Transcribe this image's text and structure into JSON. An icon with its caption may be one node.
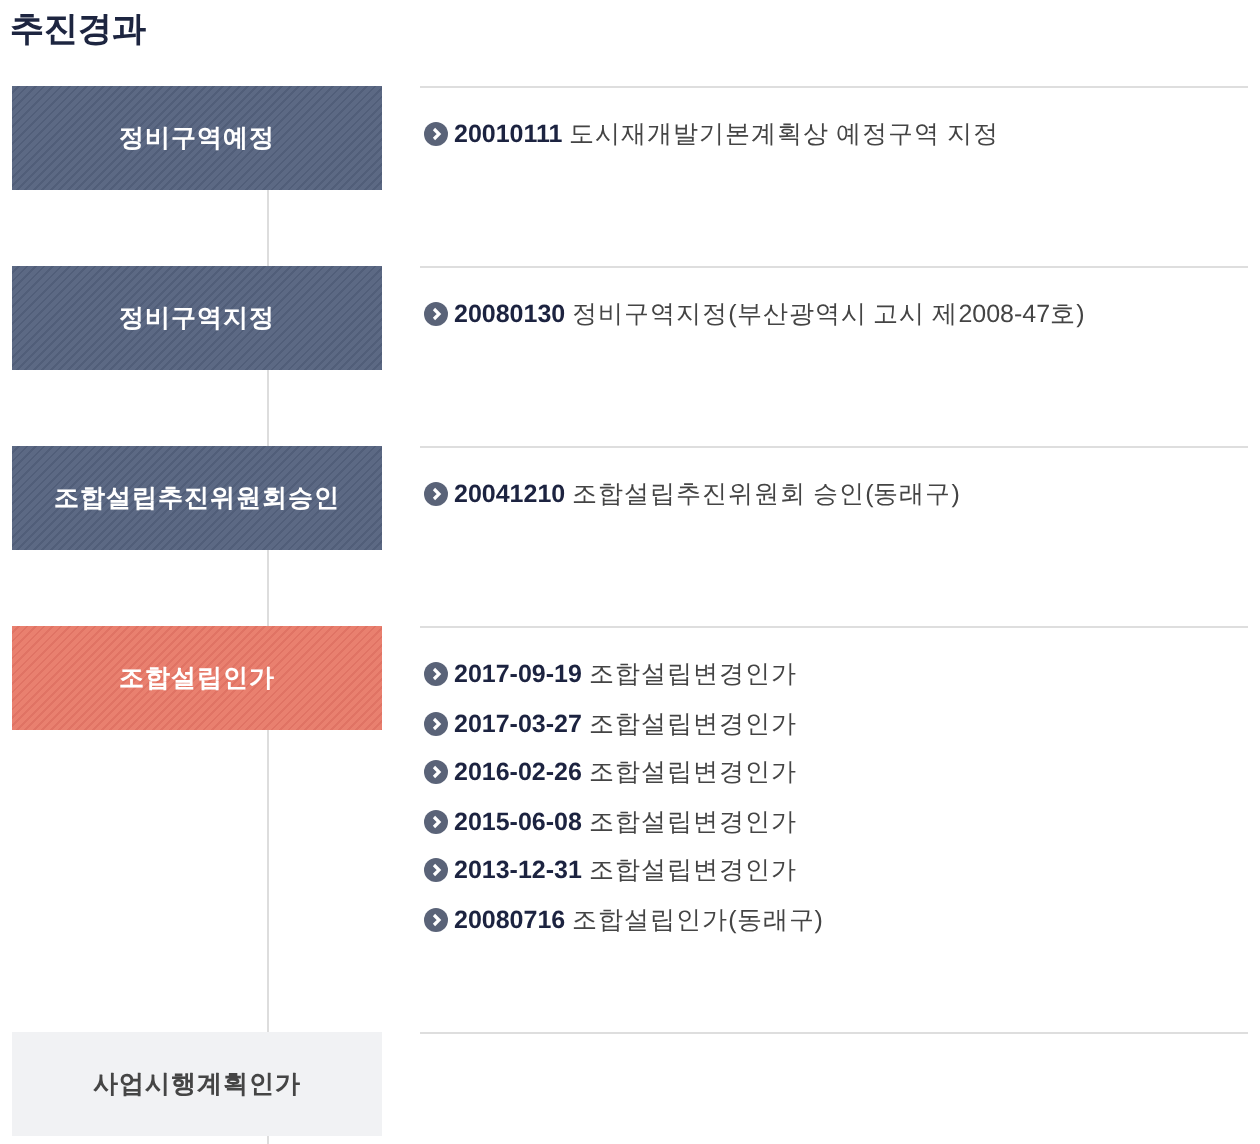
{
  "diagram": {
    "title": "추진경과",
    "nodes": [
      {
        "text": [
          "정비구역예정"
        ],
        "beside": [
          "**20010111** 도시재개발기본계획상 예정구역 지정"
        ]
      },
      {
        "text": [
          "정비구역지정"
        ],
        "beside": [
          "**20080130** 정비구역지정(부산광역시 고시 제2008-47호)"
        ]
      },
      {
        "text": [
          "조합설립추진위원회승인"
        ],
        "beside": [
          "**20041210** 조합설립추진위원회 승인(동래구)"
        ]
      },
      {
        "text": [
          "조합설립인가"
        ],
        "beside": [
          "**2017-09-19** 조합설립변경인가",
          "**2017-03-27** 조합설립변경인가",
          "**2016-02-26** 조합설립변경인가",
          "**2015-06-08** 조합설립변경인가",
          "**2013-12-31** 조합설립변경인가",
          "**20080716** 조합설립인가(동래구)"
        ]
      },
      {
        "text": [
          "사업시행계획인가"
        ]
      }
    ],
    "edges": [
      {
        "from": 0,
        "to": 1,
        "arrow": "none"
      },
      {
        "from": 1,
        "to": 2,
        "arrow": "none"
      },
      {
        "from": 2,
        "to": 3,
        "arrow": "none"
      },
      {
        "from": 3,
        "to": 4,
        "arrow": "none"
      },
      {
        "from": 4,
        "to": null,
        "arrow": "none"
      }
    ]
  }
}
